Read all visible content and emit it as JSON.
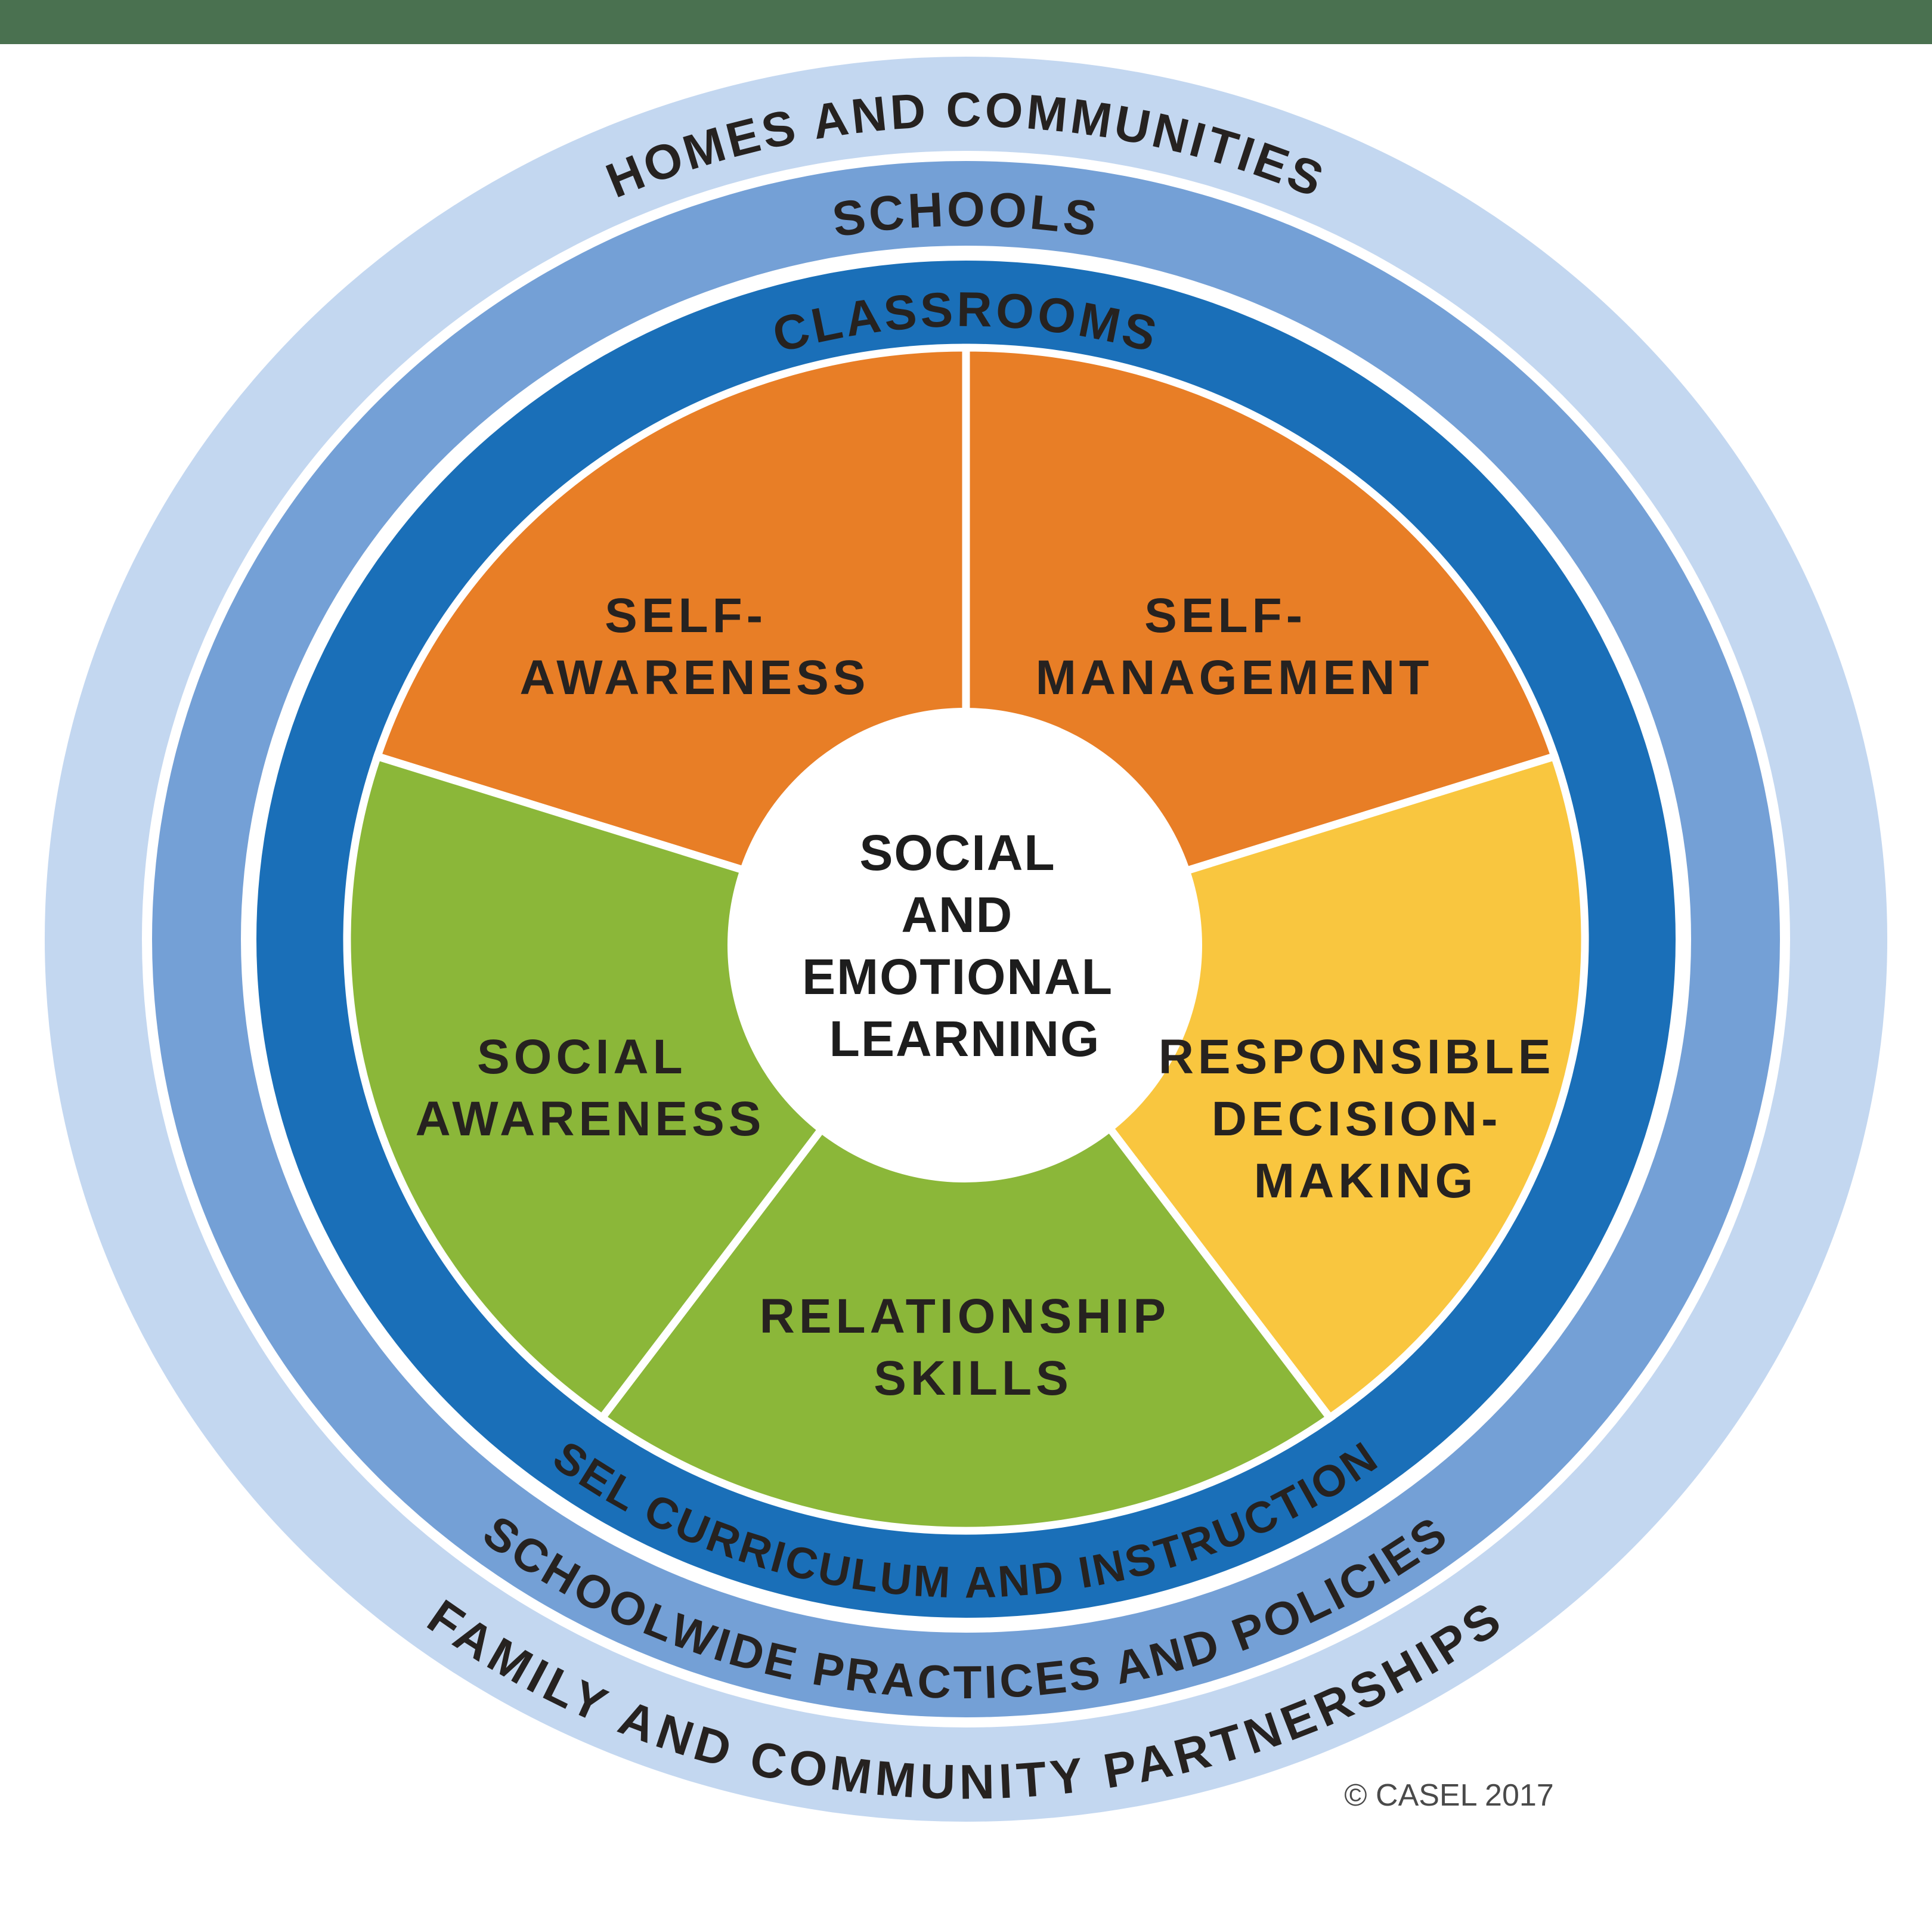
{
  "page": {
    "top_bar_color": "#4A7150",
    "background_color": "#FFFFFF"
  },
  "wheel": {
    "center": {
      "lines": [
        "SOCIAL",
        "AND",
        "EMOTIONAL",
        "LEARNING"
      ],
      "background_color": "#FFFFFF"
    },
    "wedges": [
      {
        "id": "self-awareness",
        "lines": [
          "SELF-",
          "AWARENESS"
        ],
        "color": "#E87E26"
      },
      {
        "id": "self-management",
        "lines": [
          "SELF-",
          "MANAGEMENT"
        ],
        "color": "#E87E26"
      },
      {
        "id": "responsible-decision-making",
        "lines": [
          "RESPONSIBLE",
          "DECISION-",
          "MAKING"
        ],
        "color": "#F9C63F"
      },
      {
        "id": "relationship-skills",
        "lines": [
          "RELATIONSHIP",
          "SKILLS"
        ],
        "color": "#8BB739"
      },
      {
        "id": "social-awareness",
        "lines": [
          "SOCIAL",
          "AWARENESS"
        ],
        "color": "#8BB739"
      }
    ],
    "rings": [
      {
        "id": "homes",
        "top_label": "HOMES AND COMMUNITIES",
        "bottom_label": "FAMILY AND COMMUNITY PARTNERSHIPS",
        "color": "#C3D7F0"
      },
      {
        "id": "schools",
        "top_label": "SCHOOLS",
        "bottom_label": "SCHOOLWIDE PRACTICES AND POLICIES",
        "color": "#74A0D6"
      },
      {
        "id": "classrooms",
        "top_label": "CLASSROOMS",
        "bottom_label": "SEL CURRICULUM AND INSTRUCTION",
        "color": "#1A6FB8"
      }
    ],
    "text_color": "#262220"
  },
  "footer": {
    "copyright": "© CASEL 2017"
  }
}
